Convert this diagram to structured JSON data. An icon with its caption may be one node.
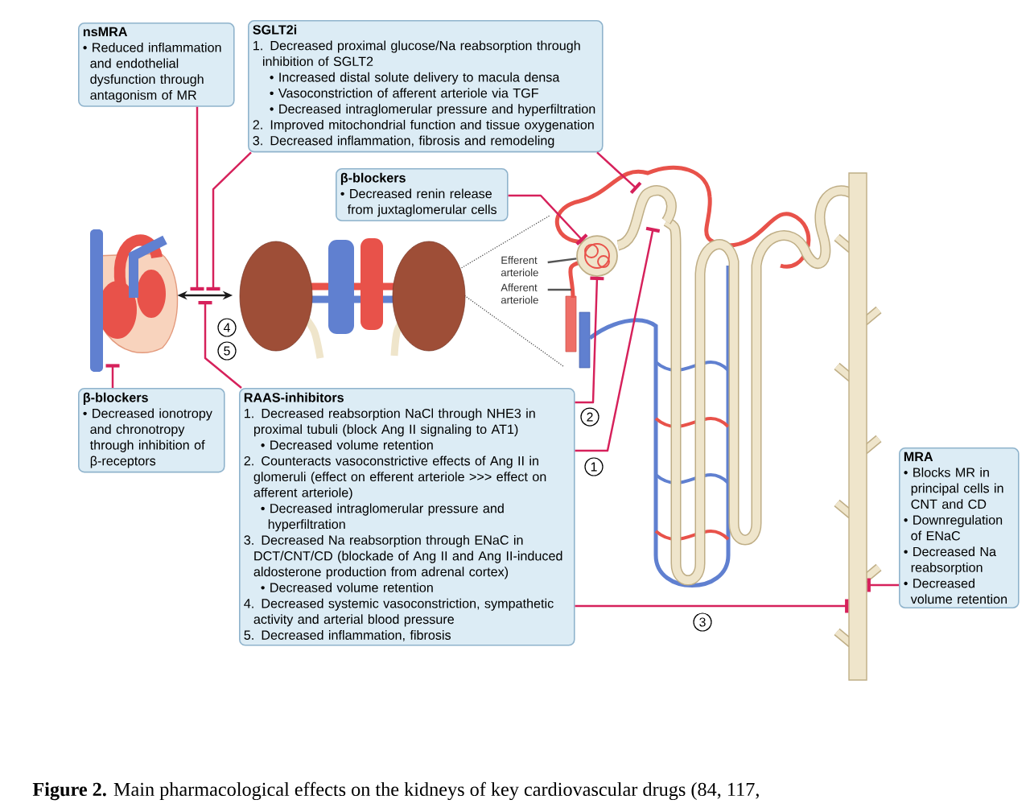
{
  "diagram": {
    "caption": "**Figure 2.** Main pharmacological effects on the kidneys of key cardiovascular drugs (84, 117,",
    "nodes": [
      {
        "text": [
          "nsMRA",
          "• Reduced inflammation and endothelial dysfunction through antagonism of MR"
        ]
      },
      {
        "text": [
          "SGLT2i",
          "1. Decreased proximal glucose/Na reabsorption through inhibition of SGLT2",
          "• Increased distal solute delivery to macula densa",
          "• Vasoconstriction of afferent arteriole via TGF",
          "• Decreased intraglomerular pressure and hyperfiltration",
          "2. Improved mitochondrial function and tissue oxygenation",
          "3. Decreased inflammation, fibrosis and remodeling"
        ]
      },
      {
        "text": [
          "β-blockers",
          "• Decreased renin release from juxtaglomerular cells"
        ]
      },
      {
        "text": [],
        "shape": "picture"
      },
      {
        "text": [],
        "shape": "picture"
      },
      {
        "text": [],
        "shape": "circle"
      },
      {
        "text": [],
        "shape": "picture"
      },
      {
        "text": [],
        "shape": "bar"
      },
      {
        "text": [
          "β-blockers",
          "• Decreased ionotropy and chronotropy through inhibition of β-receptors"
        ]
      },
      {
        "text": [
          "RAAS-inhibitors",
          "1. Decreased reabsorption NaCl through NHE3 in proximal tubuli (block Ang II signaling to AT1)",
          "• Decreased volume retention",
          "2. Counteracts vasoconstrictive effects of Ang II in glomeruli (effect on efferent arteriole >>> effect on afferent arteriole)",
          "• Decreased intraglomerular pressure and hyperfiltration",
          "3. Decreased Na reabsorption through ENaC in DCT/CNT/CD (blockade of Ang II and Ang II-induced aldosterone production from adrenal cortex)",
          "• Decreased volume retention",
          "4. Decreased systemic vasoconstriction, sympathetic activity and arterial blood pressure",
          "5. Decreased inflammation, fibrosis"
        ]
      },
      {
        "text": [
          "MRA",
          "• Blocks MR in principal cells in CNT and CD",
          "• Downregulation of ENaC",
          "• Decreased Na reabsorption",
          "• Decreased volume retention"
        ]
      },
      {
        "text": [
          "Efferent arteriole"
        ]
      },
      {
        "text": [
          "Afferent arteriole"
        ]
      }
    ],
    "edges": [
      {
        "from": 0,
        "to": null,
        "arrow": "other"
      },
      {
        "from": 1,
        "to": null,
        "arrow": "other"
      },
      {
        "from": 1,
        "to": 6,
        "arrow": "other"
      },
      {
        "from": 2,
        "to": 5,
        "arrow": "other"
      },
      {
        "from": 3,
        "to": 4,
        "arrow": "both",
        "color": "#1a1a1a"
      },
      {
        "from": 8,
        "to": 3,
        "arrow": "other"
      },
      {
        "from": 9,
        "to": null,
        "arrow": "other"
      },
      {
        "from": 9,
        "to": 5,
        "arrow": "other",
        "label": "2"
      },
      {
        "from": 9,
        "to": 6,
        "arrow": "other",
        "label": "1"
      },
      {
        "from": 9,
        "to": 7,
        "arrow": "other",
        "label": "3"
      },
      {
        "from": 10,
        "to": 7,
        "arrow": "other"
      },
      {
        "from": 11,
        "to": 5,
        "arrow": "none",
        "color": "#555555"
      },
      {
        "from": 12,
        "to": null,
        "arrow": "none",
        "color": "#555555"
      }
    ],
    "labels": [
      "4",
      "5"
    ]
  }
}
